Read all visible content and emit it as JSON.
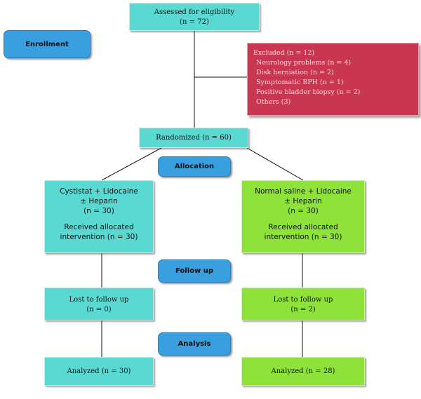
{
  "assessed": {
    "title": "Assessed for eligibility",
    "n": "(n = 72)"
  },
  "enrollment": {
    "label": "Enrollment"
  },
  "excluded": {
    "title": "Excluded (n = 12)",
    "items": [
      "Neurology problems (n = 4)",
      "Disk herniation (n = 2)",
      "Symptomatic BPH (n = 1)",
      "Positive bladder biopsy (n = 2)",
      "Others (3)"
    ]
  },
  "randomized": {
    "text": "Randomized (n = 60)"
  },
  "allocation": {
    "label": "Allocation"
  },
  "left_arm": {
    "line1": "Cystistat + Lidocaine",
    "line2": "± Heparin",
    "line3": "(n = 30)",
    "line4": "Received allocated",
    "line5": "intervention (n = 30)"
  },
  "right_arm": {
    "line1": "Normal saline + Lidocaine",
    "line2": "± Heparin",
    "line3": "(n = 30)",
    "line4": "Received allocated",
    "line5": "intervention (n = 30)"
  },
  "follow_up": {
    "label": "Follow up"
  },
  "left_lost": {
    "title": "Lost to follow up",
    "n": "(n = 0)"
  },
  "right_lost": {
    "title": "Lost to follow up",
    "n": "(n = 2)"
  },
  "analysis": {
    "label": "Analysis"
  },
  "left_analyzed": {
    "text": "Analyzed (n = 30)"
  },
  "right_analyzed": {
    "text": "Analyzed (n = 28)"
  },
  "colors": {
    "teal": "#5ad9d3",
    "lime": "#8ee23a",
    "label_blue": "#3a9fde",
    "excluded_red": "#c8374f"
  }
}
